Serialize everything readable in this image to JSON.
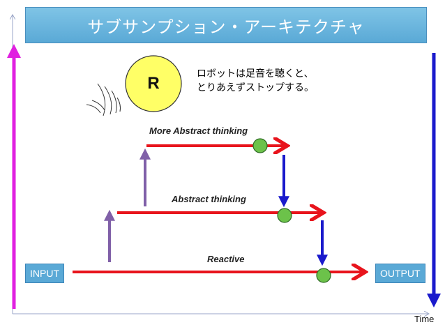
{
  "title": "サブサンプション・アーキテクチャ",
  "robot": {
    "letter": "R",
    "note_line1": "ロボットは足音を聴くと、",
    "note_line2": "とりあえずストップする。"
  },
  "layers": {
    "top": "More  Abstract thinking",
    "middle": "Abstract thinking",
    "bottom": "Reactive"
  },
  "io": {
    "input": "INPUT",
    "output": "OUTPUT"
  },
  "axis": {
    "time_label": "Time"
  },
  "colors": {
    "title_bg": "#6bb6df",
    "signal": "#e8141c",
    "suppress": "#1a1acc",
    "promote": "#8060a8",
    "node": "#6cc24a",
    "robot_circle": "#ffff66",
    "magenta_axis": "#e020e0"
  }
}
